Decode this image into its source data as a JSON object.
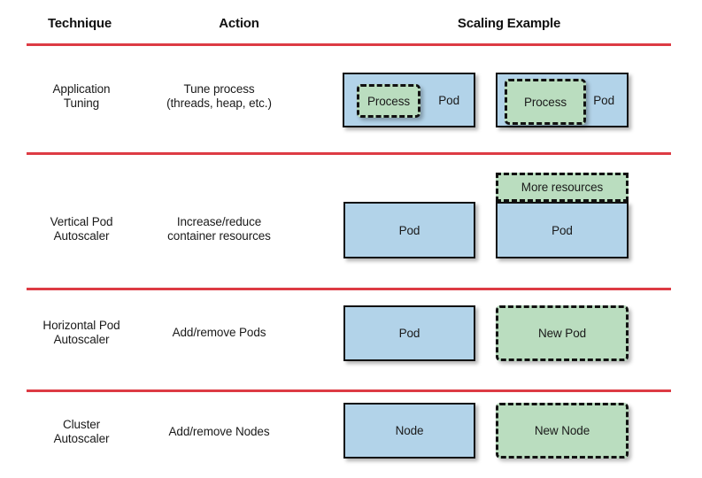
{
  "table": {
    "headers": {
      "technique": "Technique",
      "action": "Action",
      "scaling_example": "Scaling Example"
    },
    "colors": {
      "divider": "#dd3b44",
      "box_blue": "#b2d3e9",
      "box_green": "#baddbf",
      "box_border": "#111111",
      "text": "#1a1a1a",
      "background": "#ffffff"
    },
    "rows": [
      {
        "technique": "Application\nTuning",
        "technique_line1": "Application",
        "technique_line2": "Tuning",
        "action_line1": "Tune process",
        "action_line2": "(threads, heap, etc.)",
        "example": {
          "type": "process-in-pod",
          "before": {
            "container_label": "Pod",
            "inner_label": "Process"
          },
          "after": {
            "container_label": "Pod",
            "inner_label": "Process"
          }
        }
      },
      {
        "technique_line1": "Vertical Pod",
        "technique_line2": "Autoscaler",
        "action_line1": "Increase/reduce",
        "action_line2": "container resources",
        "example": {
          "type": "pod-with-resources",
          "before": {
            "container_label": "Pod"
          },
          "after": {
            "container_label": "Pod",
            "strip_label": "More resources"
          }
        }
      },
      {
        "technique_line1": "Horizontal Pod",
        "technique_line2": "Autoscaler",
        "action_line1": "Add/remove Pods",
        "action_line2": "",
        "example": {
          "type": "pod-plus-new-pod",
          "before": {
            "container_label": "Pod"
          },
          "after": {
            "container_label": "New Pod"
          }
        }
      },
      {
        "technique_line1": "Cluster",
        "technique_line2": "Autoscaler",
        "action_line1": "Add/remove Nodes",
        "action_line2": "",
        "example": {
          "type": "node-plus-new-node",
          "before": {
            "container_label": "Node"
          },
          "after": {
            "container_label": "New Node"
          }
        }
      }
    ]
  }
}
